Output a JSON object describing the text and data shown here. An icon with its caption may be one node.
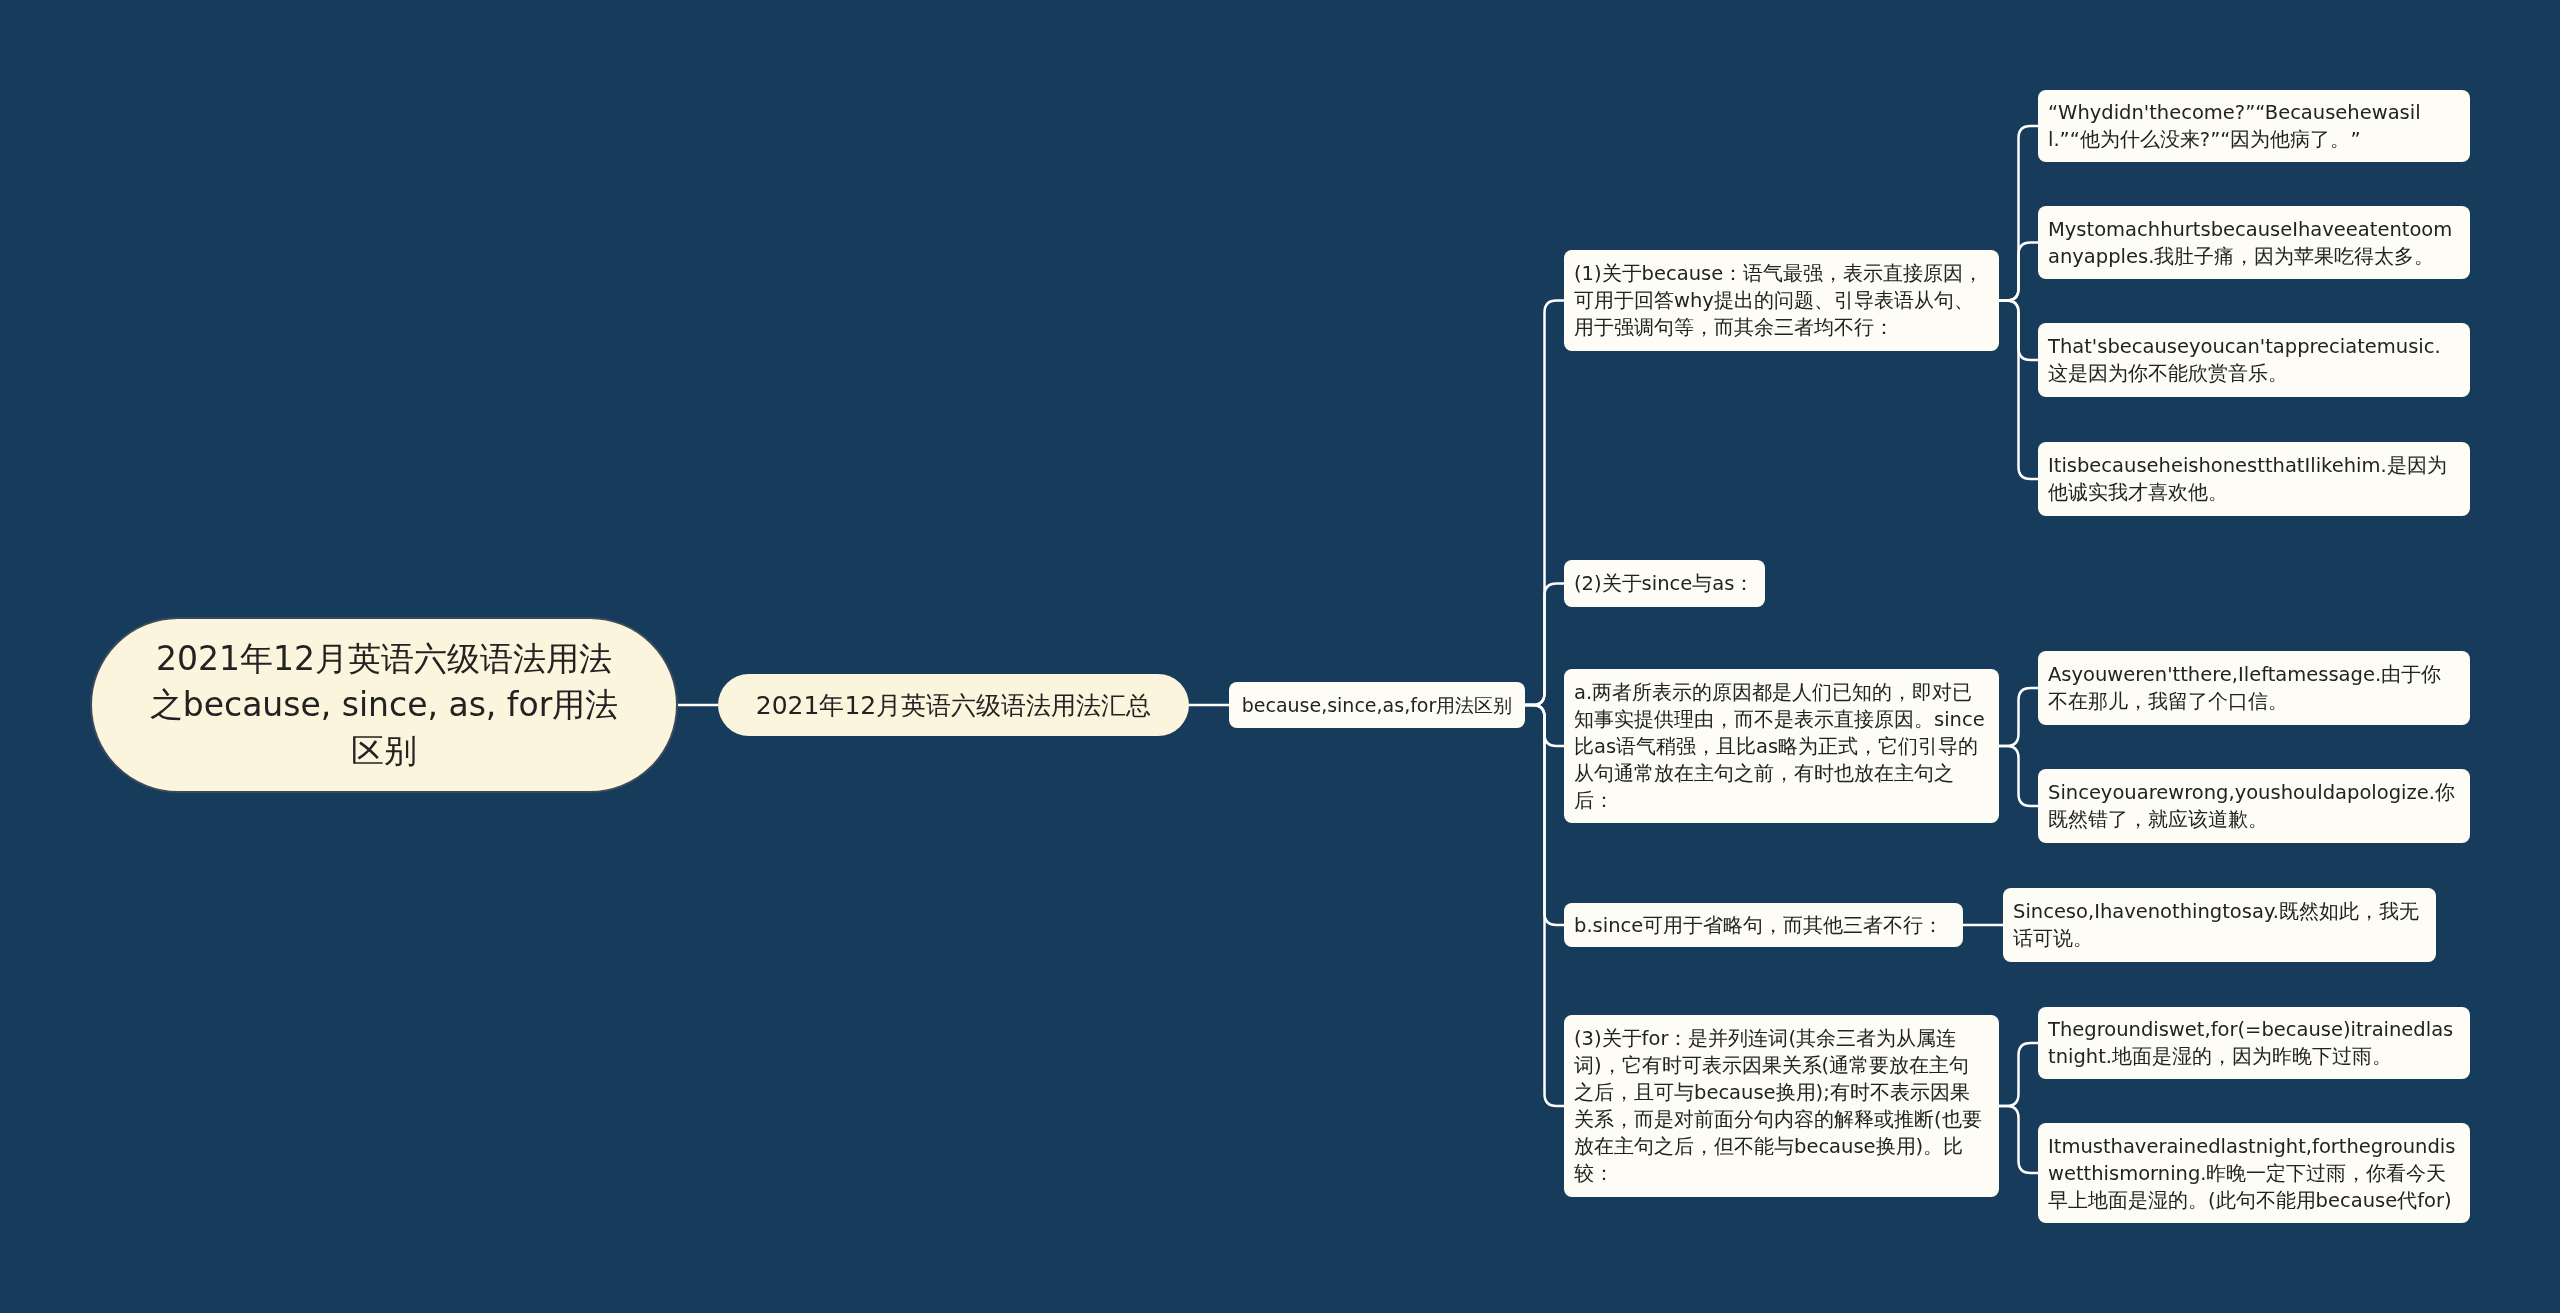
{
  "diagram": {
    "nodes": [
      {
        "text": [
          "2021年12月英语六级语法用法之because, since, as, for用法区别"
        ]
      },
      {
        "text": [
          "2021年12月英语六级语法用法汇总"
        ]
      },
      {
        "text": [
          "because,since,as,for用法区别"
        ]
      },
      {
        "text": [
          "(1)关于because：语气最强，表示直接原因，可用于回答why提出的问题、引导表语从句、用于强调句等，而其余三者均不行："
        ]
      },
      {
        "text": [
          "“Whydidn'thecome?”“Becausehewasill.”“他为什么没来?”“因为他病了。”"
        ]
      },
      {
        "text": [
          "MystomachhurtsbecauseIhaveeatentoomanyapples.我肚子痛，因为苹果吃得太多。"
        ]
      },
      {
        "text": [
          "That'sbecauseyoucan'tappreciatemusic.这是因为你不能欣赏音乐。"
        ]
      },
      {
        "text": [
          "ItisbecauseheishonestthatIlikehim.是因为他诚实我才喜欢他。"
        ]
      },
      {
        "text": [
          "(2)关于since与as："
        ]
      },
      {
        "text": [
          "a.两者所表示的原因都是人们已知的，即对已知事实提供理由，而不是表示直接原因。since比as语气稍强，且比as略为正式，它们引导的从句通常放在主句之前，有时也放在主句之后："
        ]
      },
      {
        "text": [
          "Asyouweren'tthere,Ileftamessage.由于你不在那儿，我留了个口信。"
        ]
      },
      {
        "text": [
          "Sinceyouarewrong,youshouldapologize.你既然错了，就应该道歉。"
        ]
      },
      {
        "text": [
          "b.since可用于省略句，而其他三者不行："
        ]
      },
      {
        "text": [
          "Sinceso,Ihavenothingtosay.既然如此，我无话可说。"
        ]
      },
      {
        "text": [
          "(3)关于for：是并列连词(其余三者为从属连词)，它有时可表示因果关系(通常要放在主句之后，且可与because换用);有时不表示因果关系，而是对前面分句内容的解释或推断(也要放在主句之后，但不能与because换用)。比较："
        ]
      },
      {
        "text": [
          "Thegroundiswet,for(=because)itrainedlastnight.地面是湿的，因为昨晚下过雨。"
        ]
      },
      {
        "text": [
          "Itmusthaverainedlastnight,forthegroundiswetthismorning.昨晚一定下过雨，你看今天早上地面是湿的。(此句不能用because代for)"
        ]
      }
    ],
    "edges": [
      {
        "from": 0,
        "to": 1,
        "arrow": "none"
      },
      {
        "from": 1,
        "to": 2,
        "arrow": "none"
      },
      {
        "from": 2,
        "to": 3,
        "arrow": "none"
      },
      {
        "from": 2,
        "to": 8,
        "arrow": "none"
      },
      {
        "from": 2,
        "to": 9,
        "arrow": "none"
      },
      {
        "from": 2,
        "to": 12,
        "arrow": "none"
      },
      {
        "from": 2,
        "to": 14,
        "arrow": "none"
      },
      {
        "from": 3,
        "to": 4,
        "arrow": "none"
      },
      {
        "from": 3,
        "to": 5,
        "arrow": "none"
      },
      {
        "from": 3,
        "to": 6,
        "arrow": "none"
      },
      {
        "from": 3,
        "to": 7,
        "arrow": "none"
      },
      {
        "from": 9,
        "to": 10,
        "arrow": "none"
      },
      {
        "from": 9,
        "to": 11,
        "arrow": "none"
      },
      {
        "from": 12,
        "to": 13,
        "arrow": "none"
      },
      {
        "from": 14,
        "to": 15,
        "arrow": "none"
      },
      {
        "from": 14,
        "to": 16,
        "arrow": "none"
      }
    ]
  }
}
